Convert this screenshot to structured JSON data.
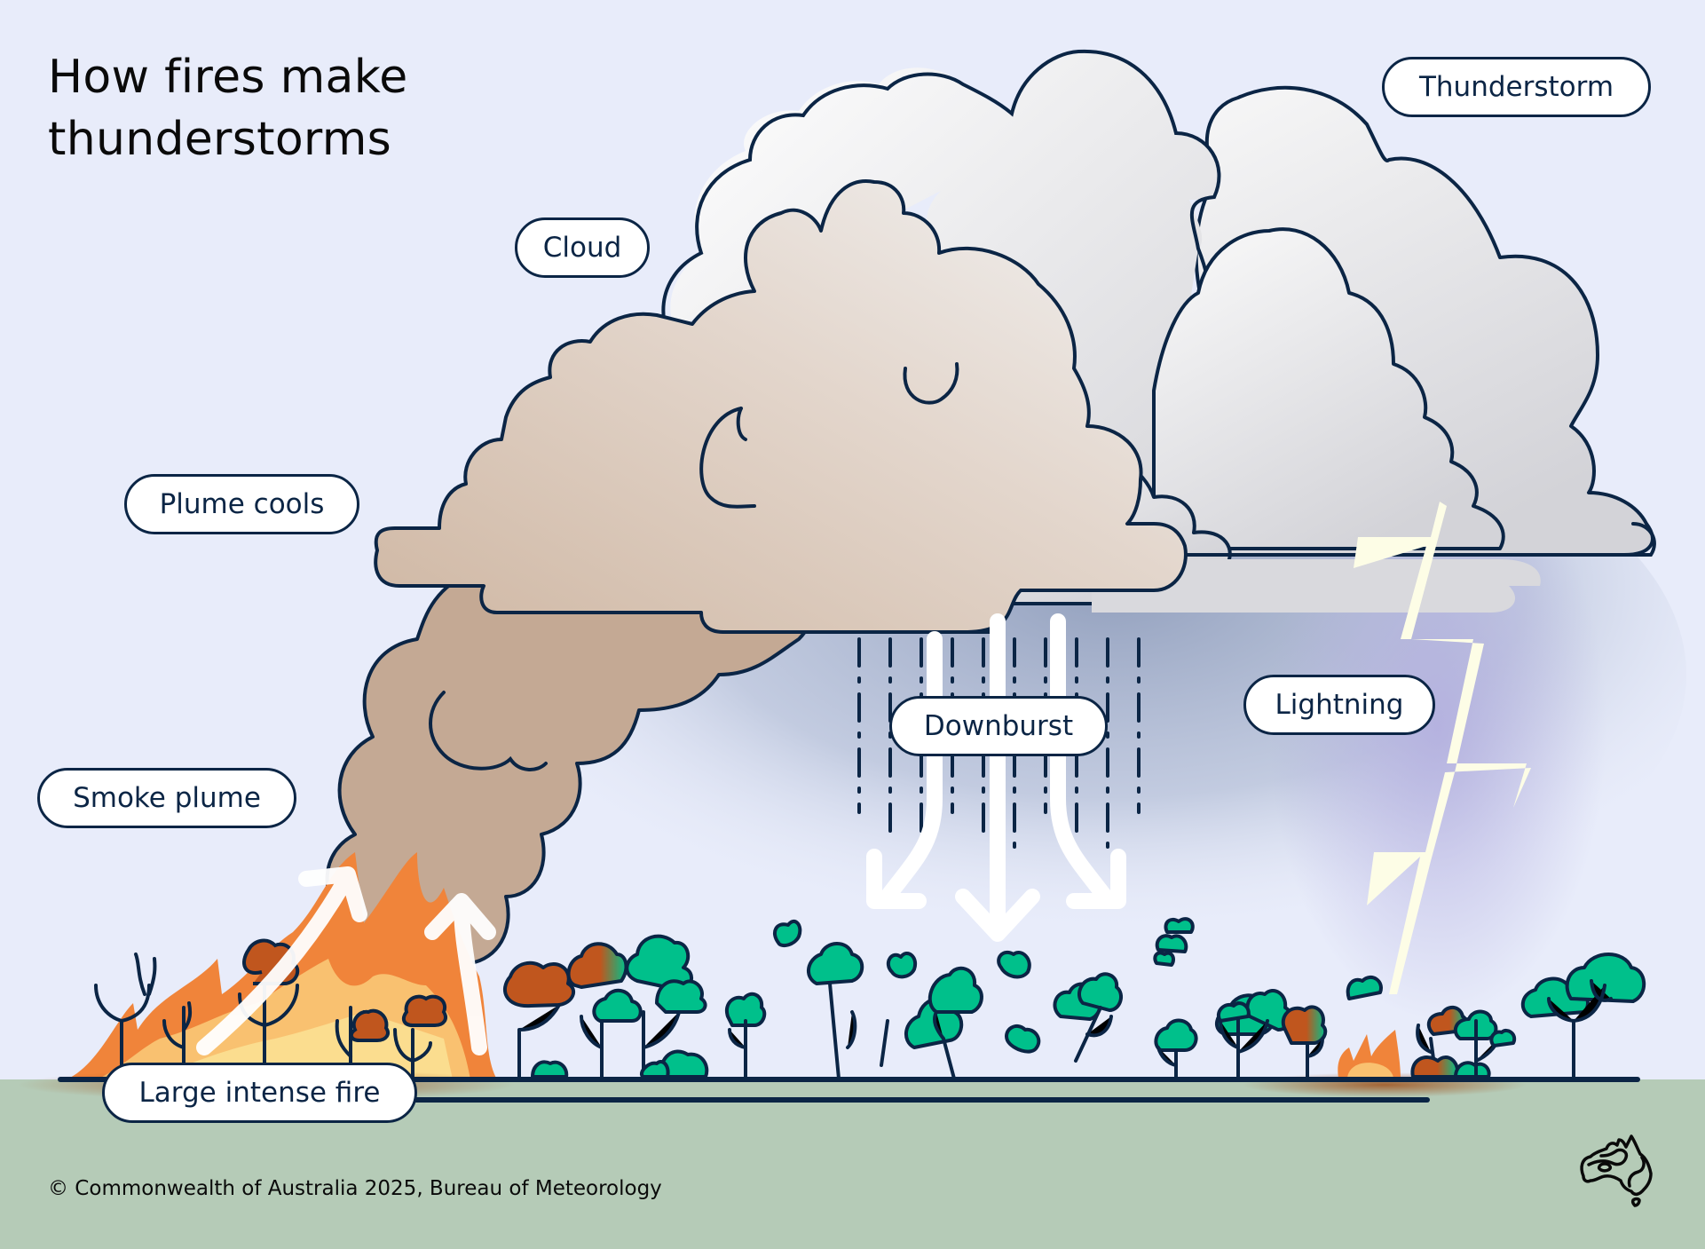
{
  "title": {
    "line1": "How fires make",
    "line2": "thunderstorms"
  },
  "labels": {
    "thunderstorm": "Thunderstorm",
    "cloud": "Cloud",
    "plume_cools": "Plume cools",
    "smoke_plume": "Smoke plume",
    "downburst": "Downburst",
    "lightning": "Lightning",
    "large_intense_fire": "Large intense fire"
  },
  "footer": {
    "copyright": "© Commonwealth of Australia 2025, Bureau of Meteorology"
  },
  "logo": {
    "icon": "australia-map-icon"
  },
  "palette": {
    "sky": "#e8ecfa",
    "ground": "#b5cbb7",
    "outline": "#0b2545",
    "smoke": "#c4a994",
    "cloud": "#f2f2f4",
    "fire_orange": "#f0843a",
    "fire_yellow": "#f9d27d",
    "tree_green": "#00c08b",
    "tree_burnt": "#c0561e",
    "lightning": "#fdfde6"
  }
}
